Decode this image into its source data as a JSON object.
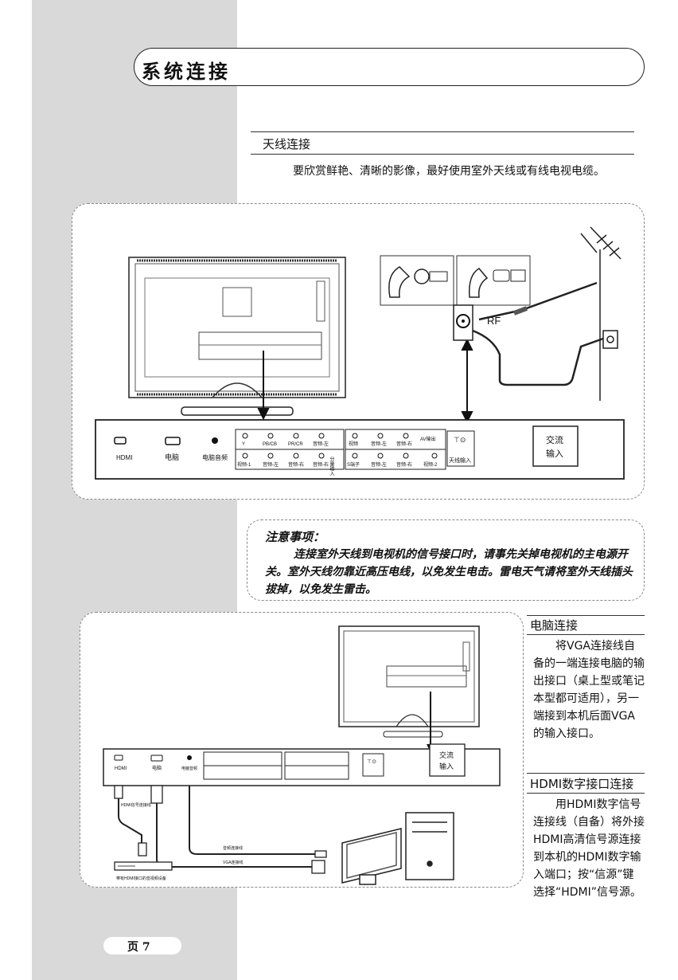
{
  "page": {
    "title": "系统连接",
    "page_label": "页 7"
  },
  "antenna_section": {
    "heading": "天线连接",
    "intro": "要欣赏鲜艳、清晰的影像，最好使用室外天线或有线电视电缆。",
    "diagram": {
      "rf_label": "RF",
      "ports": {
        "hdmi": "HDMI",
        "pc": "电脑",
        "pc_audio": "电脑音频",
        "y": "Y",
        "pb": "PB/CB",
        "pr": "PR/CR",
        "audio_l": "音频-左",
        "audio_r": "音频-右",
        "video": "视频",
        "video1": "视频-1",
        "video2": "视频-2",
        "svideo": "S端子",
        "component_in": "分量输入",
        "av_out": "AV输出",
        "antenna_in": "天线输入",
        "ac_in_1": "交流",
        "ac_in_2": "输入"
      }
    }
  },
  "notice": {
    "title": "注意事项：",
    "body": "连接室外天线到电视机的信号接口时，请事先关掉电视机的主电源开关。室外天线勿靠近高压电线，以免发生电击。雷电天气请将室外天线插头拔掉，以免发生雷击。"
  },
  "pc_section": {
    "heading": "电脑连接",
    "body": "将VGA连接线自备的一端连接电脑的输出接口（桌上型或笔记本型都可适用），另一端接到本机后面VGA的输入接口。",
    "diagram": {
      "hdmi_cable": "HDMI信号连接线",
      "audio_cable": "音频连接线",
      "vga_cable": "VGA连接线",
      "device": "带有HDMI接口的音视频设备"
    }
  },
  "hdmi_section": {
    "heading": "HDMI数字接口连接",
    "body": "用HDMI数字信号连接线（自备）将外接HDMI高清信号源连接到本机的HDMI数字输入端口；按“信源”键选择“HDMI”信号源。"
  }
}
